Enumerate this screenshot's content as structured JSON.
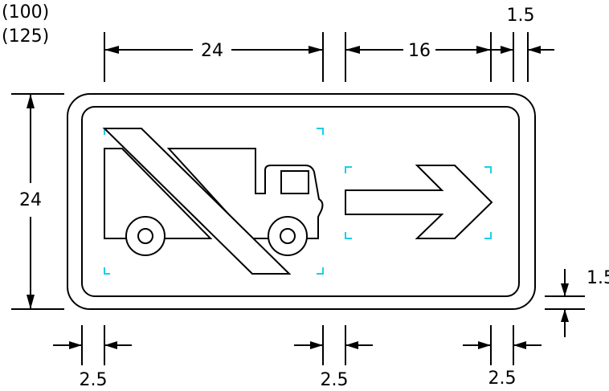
{
  "scale_note": {
    "line1": "(100)",
    "line2": "(125)"
  },
  "dimensions": {
    "top_left_width": "24",
    "top_arrow_width": "16",
    "top_right_border": "1.5",
    "left_height": "24",
    "right_border": "1.5",
    "bottom_left_margin": "2.5",
    "bottom_middle_gap": "2.5",
    "bottom_right_margin": "2.5"
  },
  "sign": {
    "symbol": "no-trucks-symbol",
    "arrow": "right-arrow",
    "colors": {
      "line": "#000000",
      "alignment_marks": "#1ad0e6"
    }
  }
}
